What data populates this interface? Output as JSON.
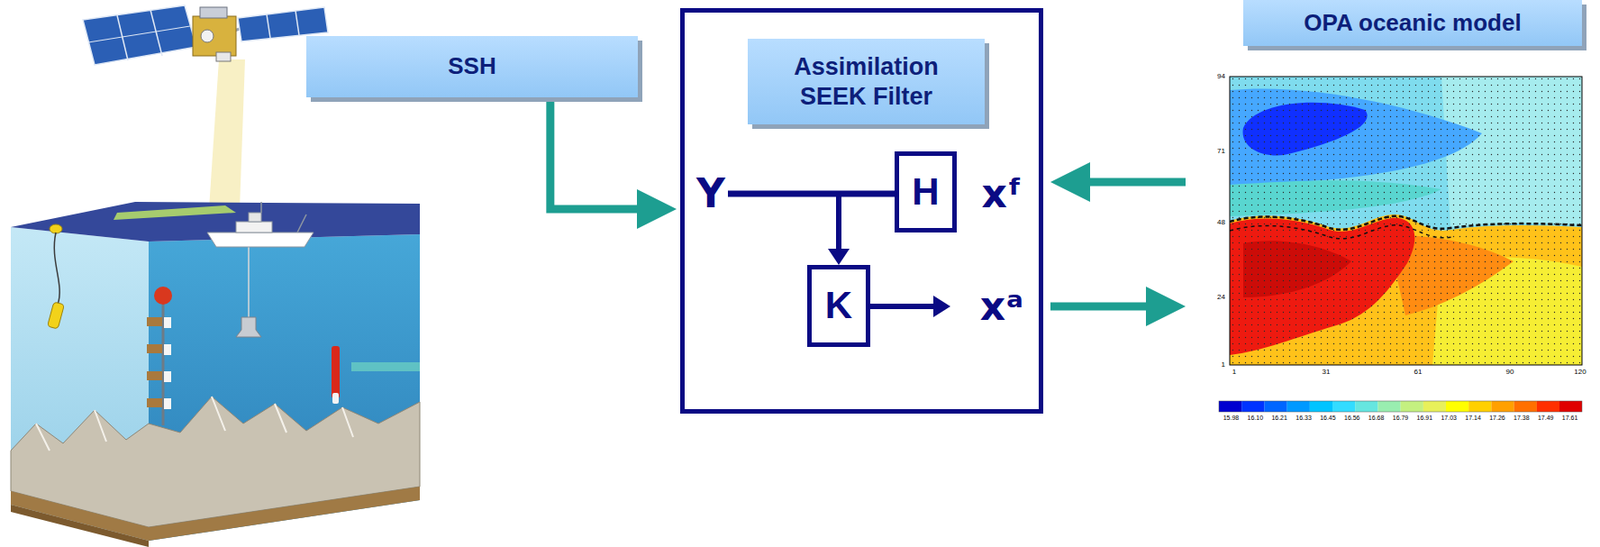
{
  "diagram": {
    "nodes": [
      {
        "text": [
          "SSH"
        ]
      },
      {
        "text": []
      },
      {
        "text": [
          "Assimilation SEEK Filter"
        ],
        "in": 1
      },
      {
        "text": [
          "H"
        ],
        "in": 1
      },
      {
        "text": [
          "K"
        ],
        "in": 1
      },
      {
        "text": [
          "OPA oceanic model"
        ]
      }
    ],
    "edges": [
      {
        "from": 0,
        "to": 1,
        "arrow": "to"
      },
      {
        "from": 5,
        "to": 1,
        "arrow": "to"
      },
      {
        "from": 1,
        "to": 5,
        "arrow": "to"
      }
    ],
    "labels": [
      "Y",
      "xᶠ",
      "xᵃ",
      "94",
      "71",
      "48",
      "24",
      "1",
      "1",
      "31",
      "61",
      "90",
      "120",
      "15.98",
      "16.10",
      "16.21",
      "16.33",
      "16.45",
      "16.56",
      "16.68",
      "16.79",
      "16.91",
      "17.03",
      "17.14",
      "17.26",
      "17.38",
      "17.49",
      "17.61"
    ]
  }
}
